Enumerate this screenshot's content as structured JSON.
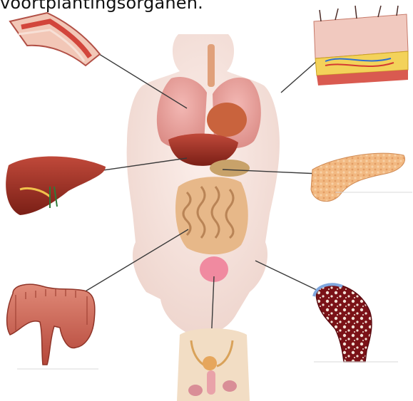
{
  "caption": "voortplantingsorganen.",
  "labels": [],
  "organs": [
    {
      "id": "blood-vessel",
      "icon": "blood-vessel-icon"
    },
    {
      "id": "skin",
      "icon": "skin-section-icon"
    },
    {
      "id": "liver",
      "icon": "liver-icon"
    },
    {
      "id": "pancreas",
      "icon": "pancreas-icon"
    },
    {
      "id": "large-intestine",
      "icon": "large-intestine-icon"
    },
    {
      "id": "bone",
      "icon": "bone-icon"
    },
    {
      "id": "reproductive-organs",
      "icon": "reproductive-organs-icon"
    }
  ],
  "colors": {
    "skin_tone": "#f3d9d2",
    "organ_red": "#c8433a",
    "liver_brown": "#8e2a20",
    "intestine_tan": "#e8b988",
    "pancreas": "#f0b37e",
    "bone_dark": "#6b0f14",
    "line": "#3a3a3a"
  }
}
